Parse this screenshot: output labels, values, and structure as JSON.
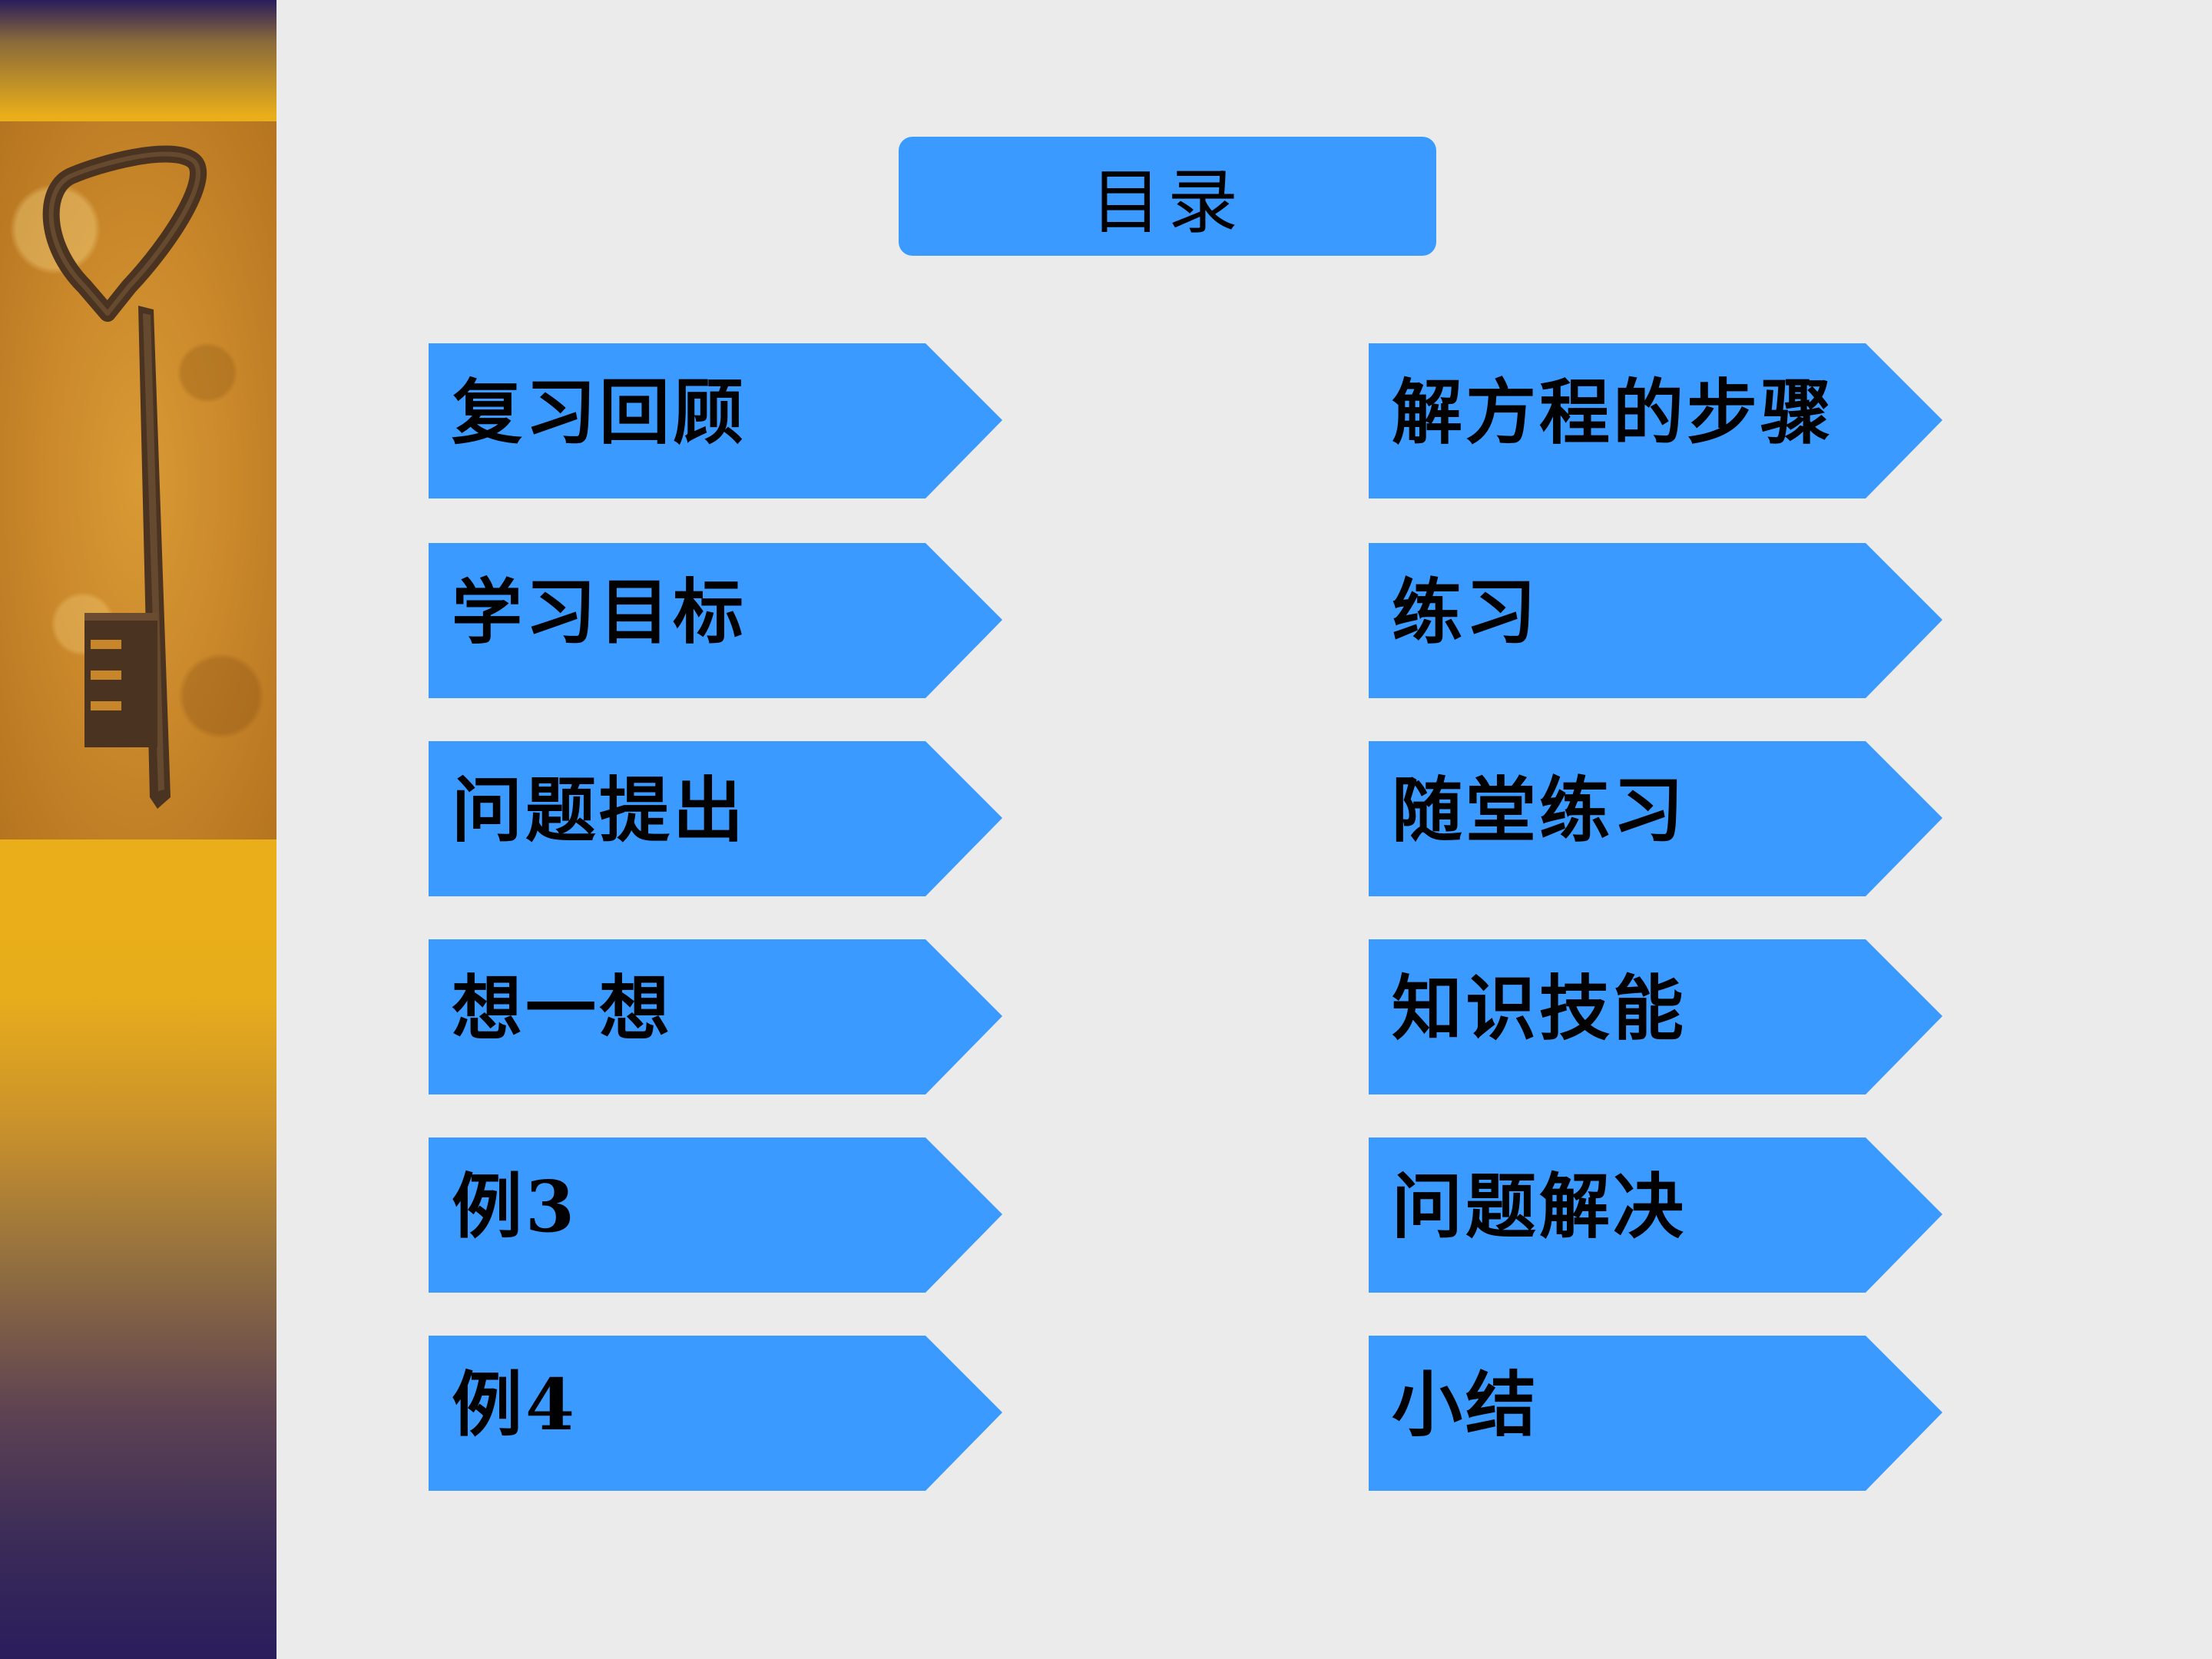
{
  "title": "目录",
  "left_items": [
    {
      "label": "复习回顾"
    },
    {
      "label": "学习目标"
    },
    {
      "label": "问题提出"
    },
    {
      "label": "想一想"
    },
    {
      "label": "例3"
    },
    {
      "label": "例4"
    }
  ],
  "right_items": [
    {
      "label": "解方程的步骤"
    },
    {
      "label": "练习"
    },
    {
      "label": "随堂练习"
    },
    {
      "label": "知识技能"
    },
    {
      "label": "问题解决"
    },
    {
      "label": "小结"
    }
  ],
  "colors": {
    "tag_fill": "#3a9aff",
    "background": "#ebebeb",
    "strip_gold": "#e9ae1a",
    "strip_purple": "#2a1d5c"
  },
  "images": {
    "side_photo": "key-photo"
  }
}
